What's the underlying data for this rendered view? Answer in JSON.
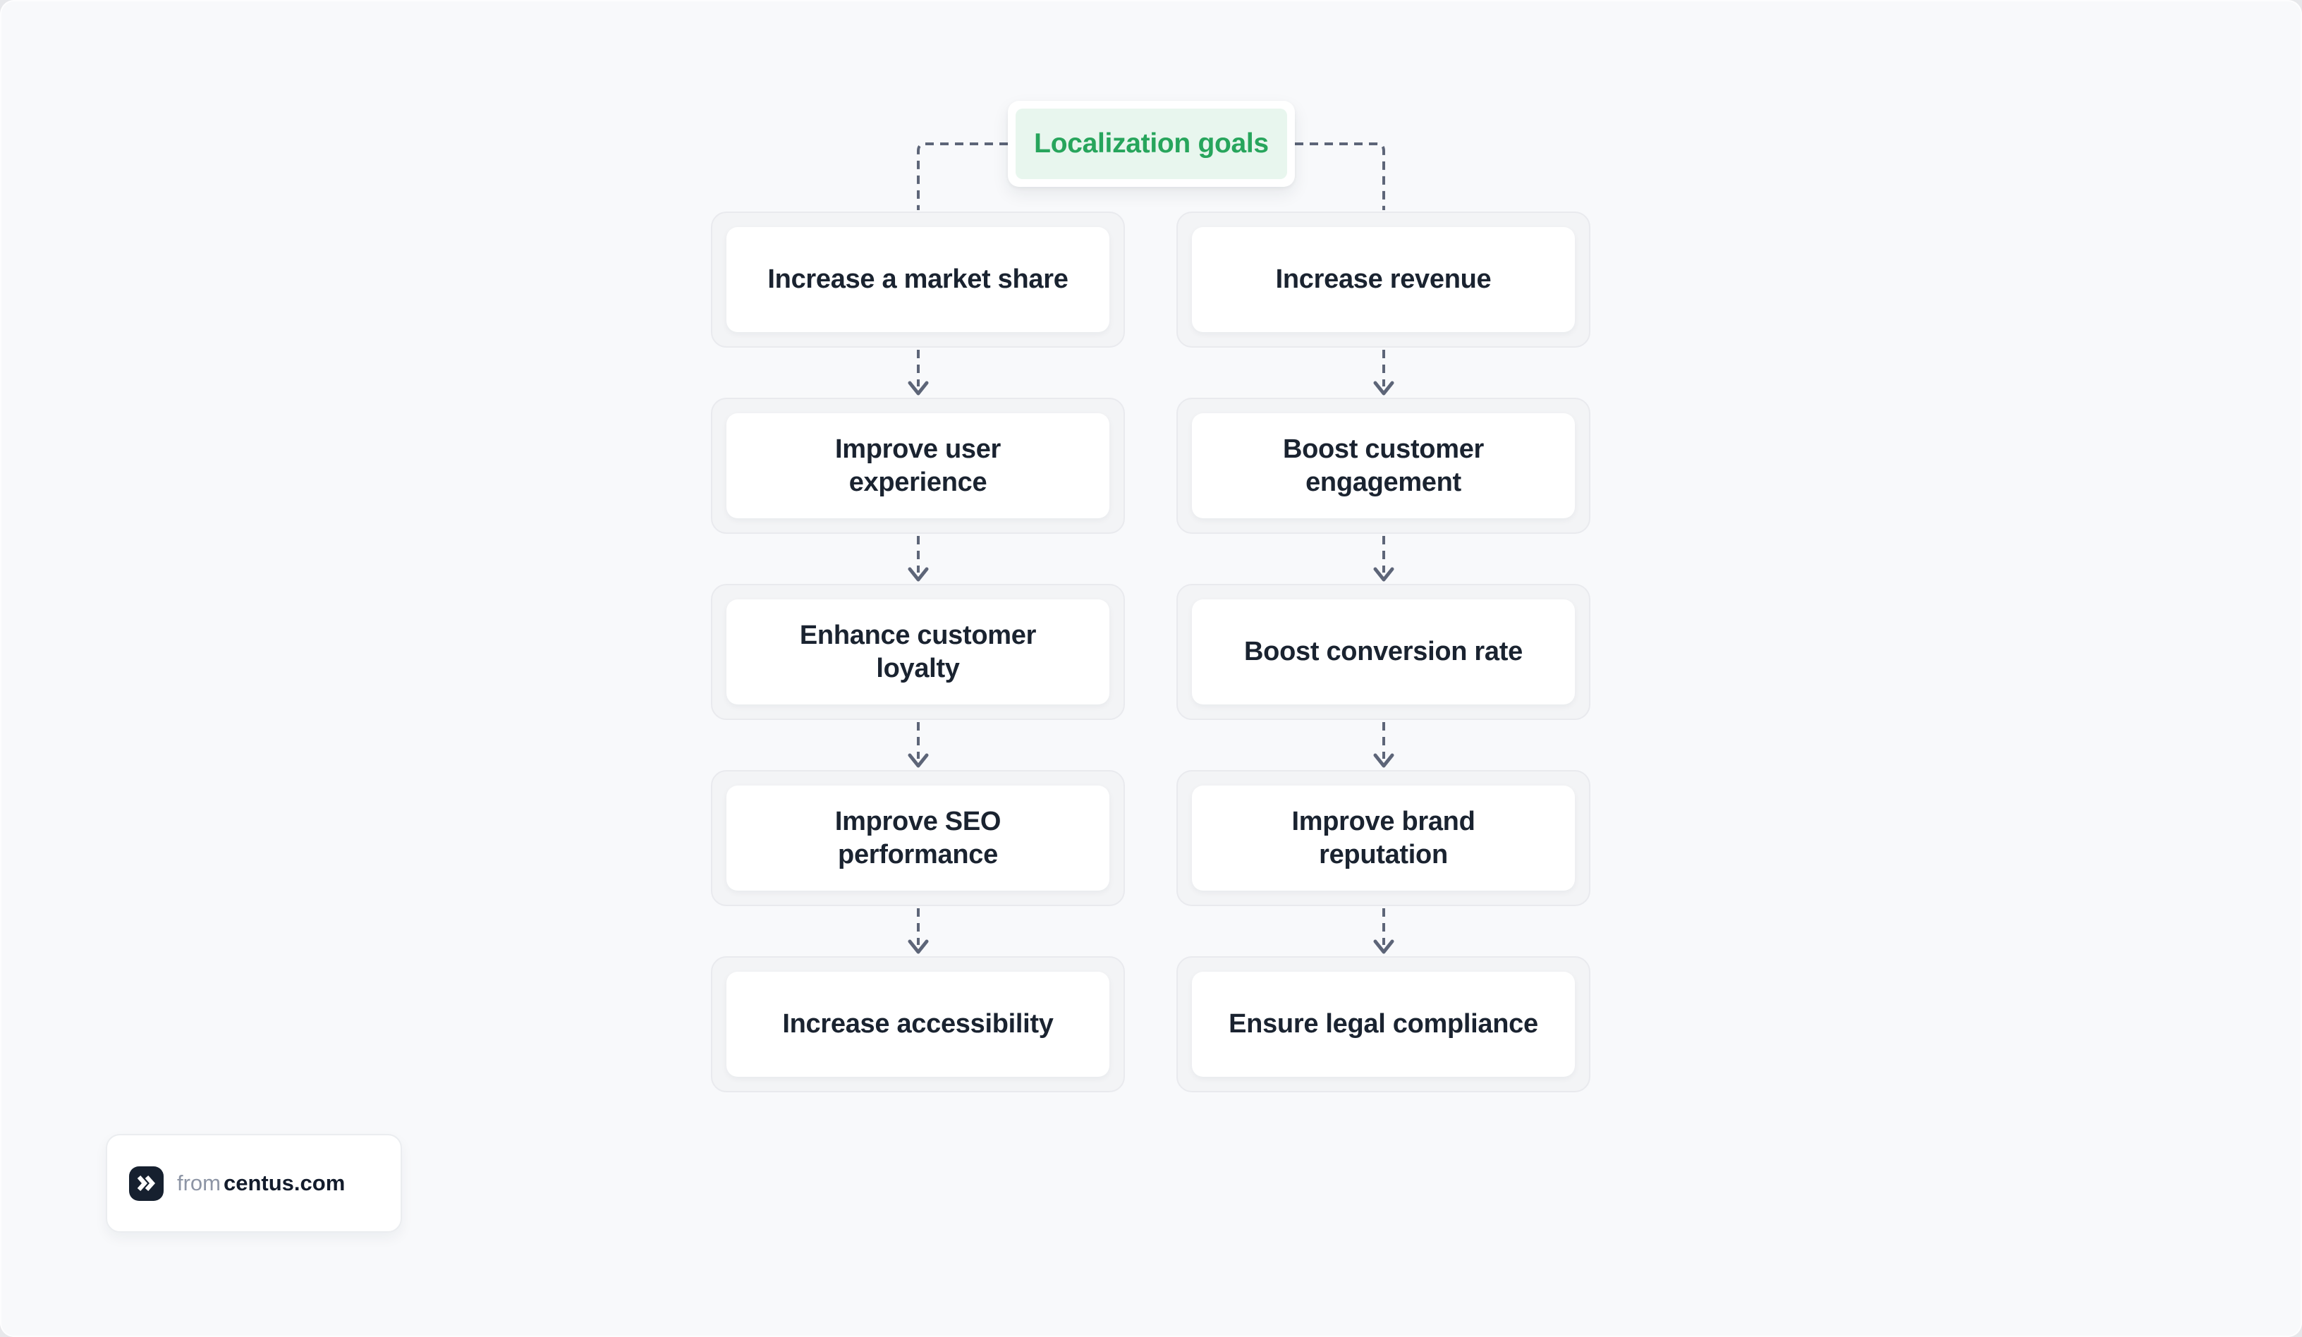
{
  "flowchart": {
    "root": {
      "label": "Localization goals"
    },
    "columns": [
      {
        "name": "left",
        "items": [
          "Increase a market share",
          "Improve user\nexperience",
          "Enhance customer\nloyalty",
          "Improve SEO\nperformance",
          "Increase accessibility"
        ]
      },
      {
        "name": "right",
        "items": [
          "Increase revenue",
          "Boost customer\nengagement",
          "Boost conversion rate",
          "Improve brand\nreputation",
          "Ensure legal compliance"
        ]
      }
    ]
  },
  "attribution": {
    "prefix": "from",
    "site": "centus.com",
    "icon": "double-chevron-right-icon"
  },
  "colors": {
    "accent_green": "#27A55C",
    "accent_green_bg": "#E8F6EE",
    "node_text": "#1A2330",
    "connector": "#5D6578",
    "canvas_bg": "#F8F9FB",
    "card_bg": "#F3F4F6",
    "card_border": "#E9EAEE",
    "logo_bg": "#16202F",
    "badge_text_muted": "#8D95A5",
    "badge_text_strong": "#131C2C"
  }
}
